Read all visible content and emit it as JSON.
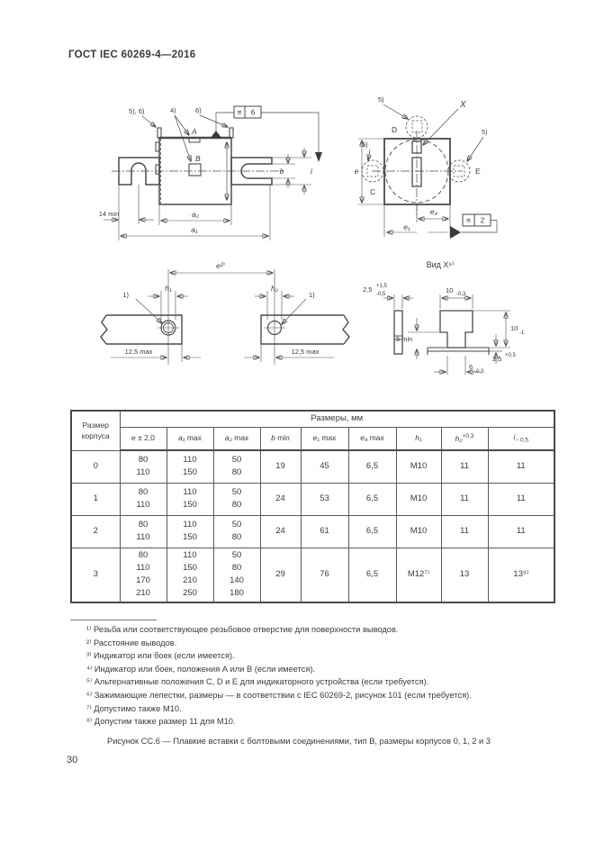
{
  "doc": {
    "header": "ГОСТ IEC 60269-4—2016",
    "page_number": "30",
    "caption": "Рисунок СС.6 — Плавкие вставки с болтовыми соединениями, тип В, размеры корпусов 0, 1, 2 и 3"
  },
  "colors": {
    "ink": "#3a3a3a",
    "line": "#4a4a4a",
    "background": "#ffffff"
  },
  "side_view": {
    "note_left": "5), 6)",
    "note_ab": "4)",
    "note_right": "6)",
    "pos_a": "A",
    "pos_b": "B",
    "flag_symbol": "≡",
    "flag_value": "6",
    "dim_14min": "14 min",
    "dim_a2": "a₂",
    "dim_a1": "a₁",
    "dim_b": "b",
    "dim_i": "i"
  },
  "end_view": {
    "note_top": "5)",
    "note_left": "5)",
    "note_right": "5)",
    "label_x": "X",
    "label_c": "C",
    "label_d": "D",
    "label_e_pos": "E",
    "dim_e": "e",
    "dim_e4": "e₄",
    "dim_e1": "e₁",
    "flag_symbol": "≡",
    "flag_value": "2"
  },
  "blade_detail": {
    "dim_e2": "e²⁾",
    "dim_h1": "h₁",
    "dim_h2": "h₂",
    "note_hole_left": "1)",
    "note_hole_right": "1)",
    "dim_125_left": "12,5 max",
    "dim_125_right": "12,5 max"
  },
  "view_x": {
    "title": "Вид X⁶⁾",
    "dim_25_base": "2,5",
    "dim_25_sup": "+1,5",
    "dim_25_sub": "-0,5",
    "dim_10w_base": "10",
    "dim_10w_sub": "-0,3",
    "dim_5min": "5 min",
    "dim_10h_base": "10",
    "dim_10h_sub": "-1",
    "dim_25b_base": "2,5",
    "dim_25b_sup": "+0,5",
    "dim_6_base": "6",
    "dim_6_sub": "-0,3"
  },
  "table": {
    "corner_header": "Размер\nкорпуса",
    "span_header": "Размеры, мм",
    "columns": [
      {
        "sym": "e",
        "rest": " ± 2,0"
      },
      {
        "sym": "a₁",
        "rest": " max"
      },
      {
        "sym": "a₂",
        "rest": " max"
      },
      {
        "sym": "b",
        "rest": " min"
      },
      {
        "sym": "e₁",
        "rest": " max"
      },
      {
        "sym": "e₄",
        "rest": " max"
      },
      {
        "sym": "h₁",
        "rest": ""
      },
      {
        "sym": "h₂",
        "sup": "+0,3"
      },
      {
        "sym": "i",
        "sub": "− 0,5"
      }
    ],
    "rows": [
      {
        "size": "0",
        "e": "80\n110",
        "a1": "110\n150",
        "a2": "50\n80",
        "b": "19",
        "e1": "45",
        "e4": "6,5",
        "h1": "M10",
        "h2": "11",
        "i": "11"
      },
      {
        "size": "1",
        "e": "80\n110",
        "a1": "110\n150",
        "a2": "50\n80",
        "b": "24",
        "e1": "53",
        "e4": "6,5",
        "h1": "M10",
        "h2": "11",
        "i": "11"
      },
      {
        "size": "2",
        "e": "80\n110",
        "a1": "110\n150",
        "a2": "50\n80",
        "b": "24",
        "e1": "61",
        "e4": "6,5",
        "h1": "M10",
        "h2": "11",
        "i": "11"
      },
      {
        "size": "3",
        "e": "80\n110\n170\n210",
        "a1": "110\n150\n210\n250",
        "a2": "50\n80\n140\n180",
        "b": "29",
        "e1": "76",
        "e4": "6,5",
        "h1": "M12⁷⁾",
        "h2": "13",
        "i": "13⁸⁾"
      }
    ]
  },
  "footnotes": [
    "¹⁾ Резьба или соответствующее резьбовое отверстие для поверхности выводов.",
    "²⁾ Расстояние выводов.",
    "³⁾ Индикатор или боек (если имеется).",
    "⁴⁾ Индикатор или боек, положения А или В (если имеется).",
    "⁵⁾ Альтернативные положения С, D и Е для индикаторного устройства (если требуется).",
    "⁶⁾ Зажимающие лепестки, размеры — в соответствии с IEC 60269-2, рисунок 101 (если требуется).",
    "⁷⁾ Допустимо также М10.",
    "⁸⁾ Допустим также размер 11 для М10."
  ]
}
